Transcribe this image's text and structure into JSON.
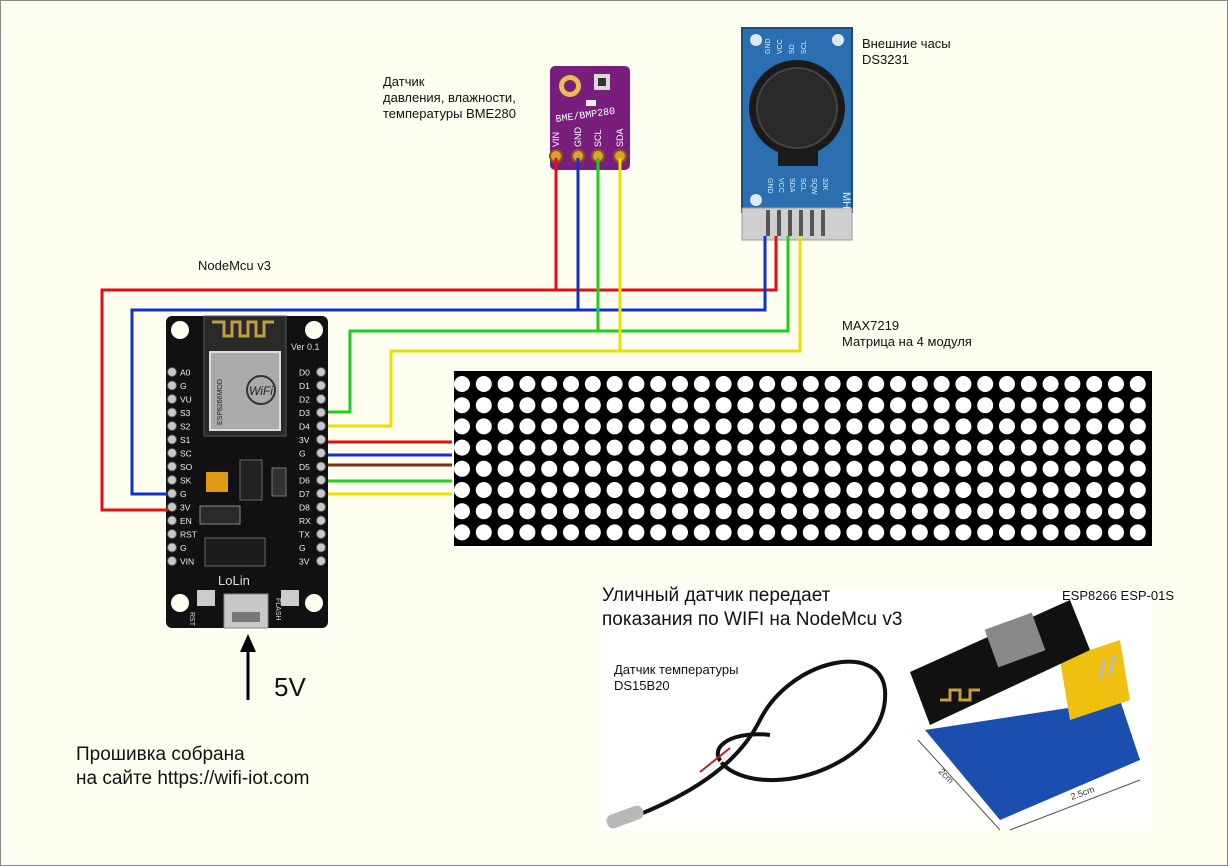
{
  "labels": {
    "bme_sensor": "Датчик\nдавления, влажности,\nтемпературы BME280",
    "rtc": "Внешние часы\n DS3231",
    "nodemcu": "NodeMcu v3",
    "matrix": "MAX7219\nМатрица на 4 модуля",
    "power": "5V",
    "firmware": "Прошивка собрана\nна сайте https://wifi-iot.com",
    "street_sensor": "Уличный датчик передает\nпоказания по WIFI на NodeMcu v3",
    "esp01": "ESP8266 ESP-01S",
    "ds18b20": "Датчик температуры\nDS15B20"
  },
  "bme280": {
    "chip_label": "BME/BMP280",
    "pins": [
      "VIN",
      "GND",
      "SCL",
      "SDA"
    ]
  },
  "ds3231": {
    "top_pins": [
      "GND",
      "VCC",
      "SD",
      "SCL"
    ],
    "bottom_pins": [
      "GND",
      "VCC",
      "SDA",
      "SCL",
      "SQW",
      "32K"
    ],
    "maker": "MH"
  },
  "nodemcu_board": {
    "version": "Ver 0.1",
    "left_pins": [
      "A0",
      "G",
      "VU",
      "S3",
      "S2",
      "S1",
      "SC",
      "SO",
      "SK",
      "G",
      "3V",
      "EN",
      "RST",
      "G",
      "VIN"
    ],
    "right_pins": [
      "D0",
      "D1",
      "D2",
      "D3",
      "D4",
      "3V",
      "G",
      "D5",
      "D6",
      "D7",
      "D8",
      "RX",
      "TX",
      "G",
      "3V"
    ],
    "module_text": "ESP8266MOD",
    "wifi_text": "WiFi",
    "brand": "LoLin",
    "buttons": [
      "RST",
      "FLASH"
    ]
  },
  "esp01_module": {
    "dim_a": "2cm",
    "dim_b": "2.5cm"
  },
  "matrix": {
    "rows": 8,
    "cols": 32
  },
  "colors": {
    "vcc": "#e01010",
    "gnd": "#1030d0",
    "scl": "#20cc20",
    "sda": "#e8e000",
    "cs": "#7a3010",
    "board": "#111111",
    "bme_board": "#7a1e7e",
    "rtc_board": "#2b6fb0"
  }
}
